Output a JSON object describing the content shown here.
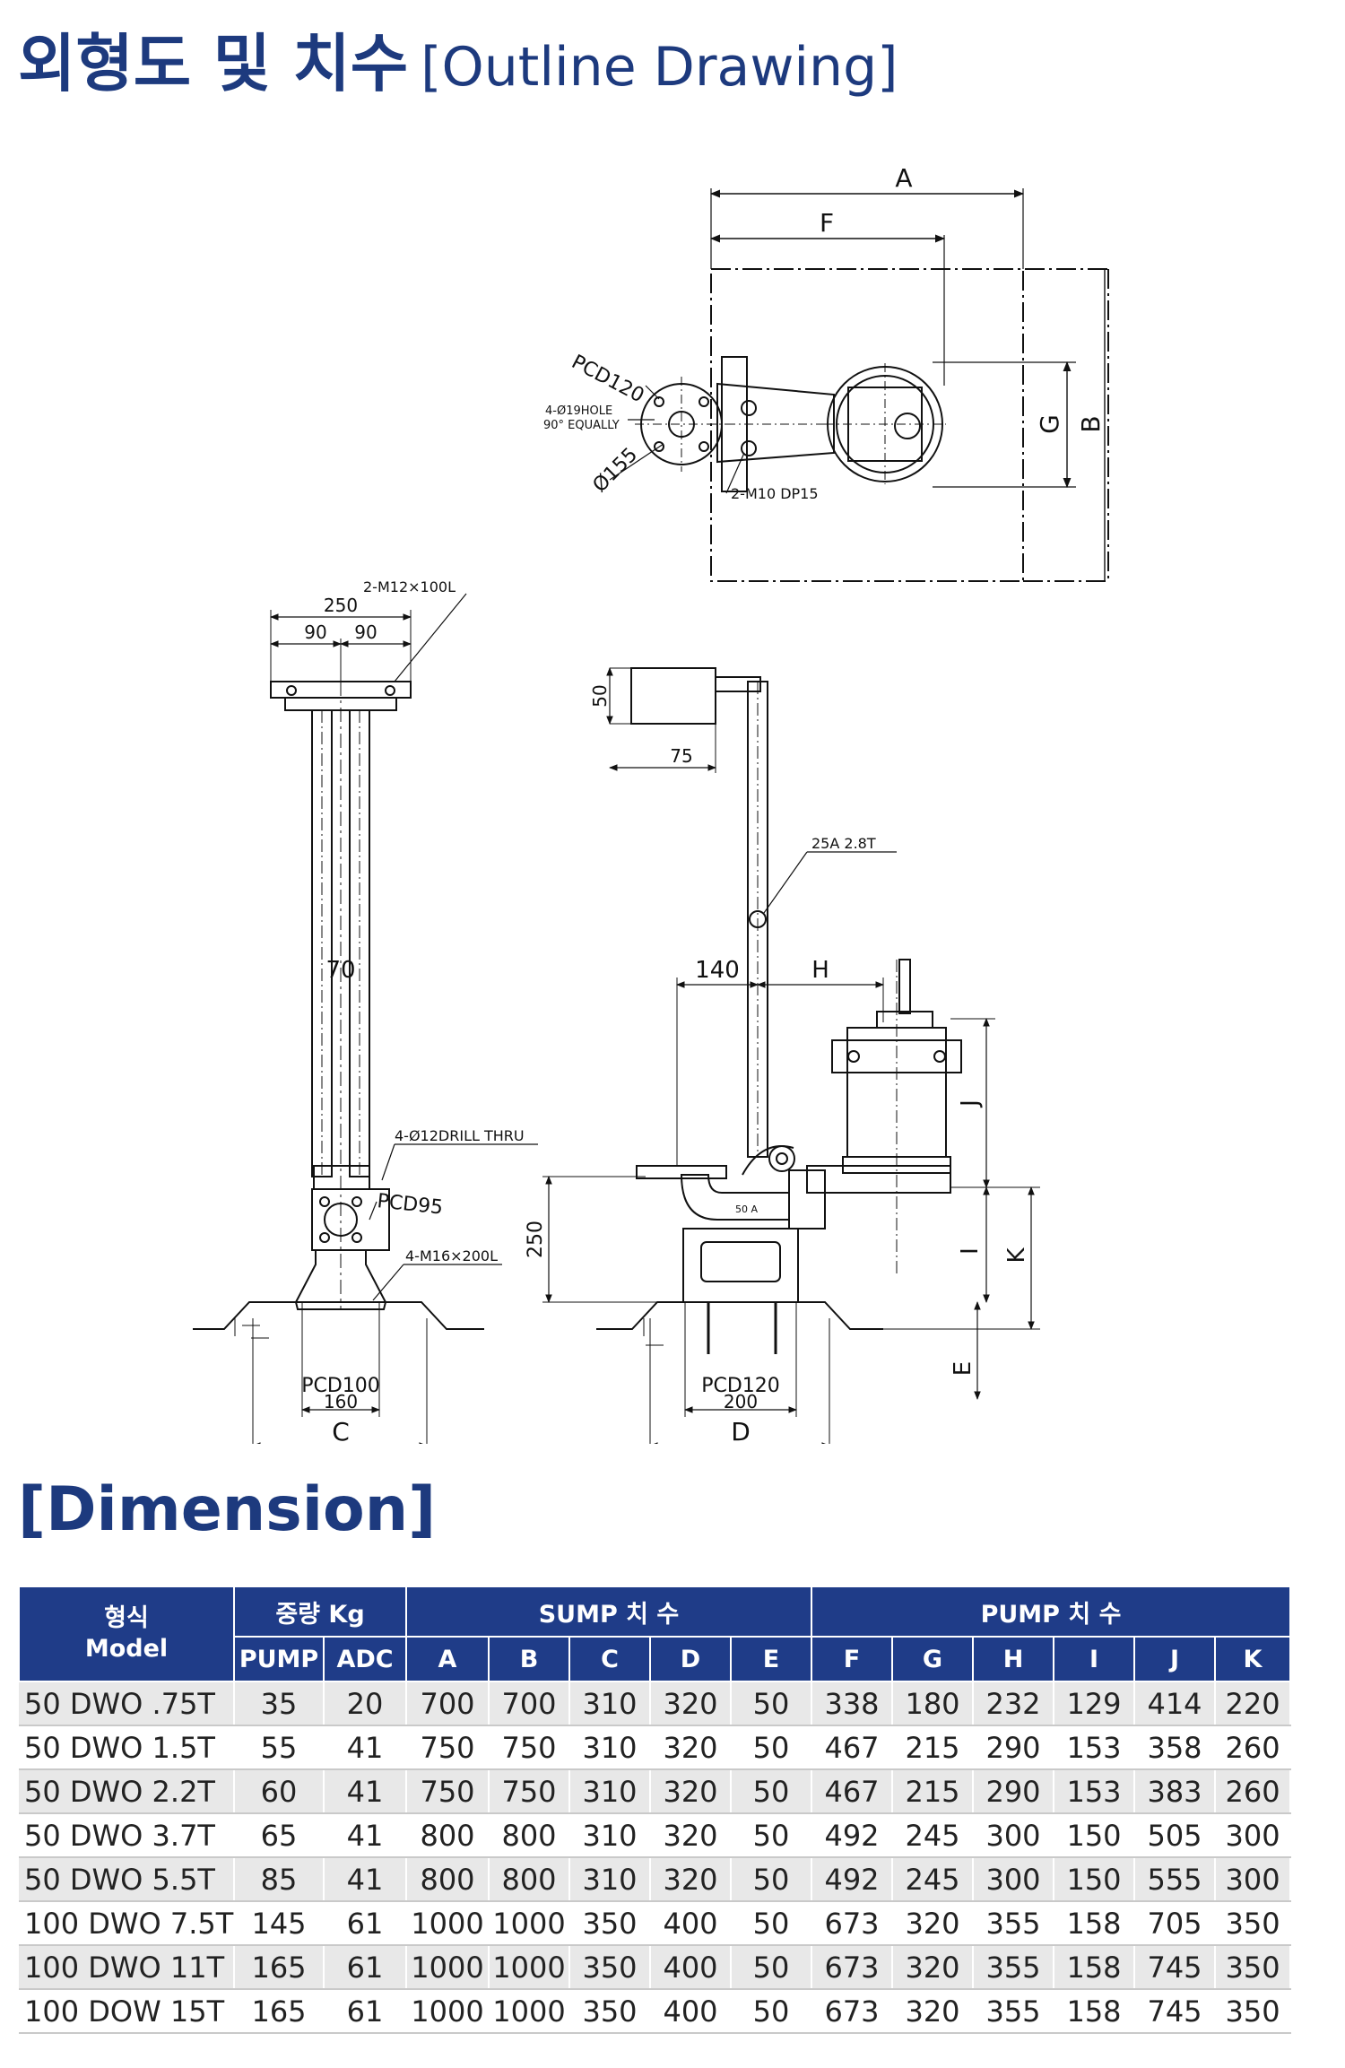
{
  "page_title": {
    "korean": "외형도 및 치수",
    "english": "[Outline Drawing]"
  },
  "drawing_labels": {
    "A": "A",
    "B": "B",
    "C": "C",
    "D": "D",
    "E": "E",
    "F": "F",
    "G": "G",
    "H": "H",
    "I": "I",
    "J": "J",
    "K": "K",
    "pcd120_top": "PCD120",
    "hole_note_1": "4-Ø19HOLE",
    "hole_note_2": "90° EQUALLY",
    "dia155": "Ø155",
    "m10": "2-M10  DP15",
    "m12": "2-M12×100L",
    "d250_top": "250",
    "d90_left": "90",
    "d90_right": "90",
    "d70": "70",
    "drill": "4-Ø12DRILL  THRU",
    "pcd95": "PCD95",
    "m16": "4-M16×200L",
    "pcd100": "PCD100",
    "d160": "160",
    "d50": "50",
    "d75": "75",
    "pipe": "25A  2.8T",
    "d140": "140",
    "d250_side": "250",
    "pcd120_bottom": "PCD120",
    "d200": "200",
    "tag50a": "50 A"
  },
  "dimension_title": "[Dimension]",
  "table": {
    "model_header_ko": "형식",
    "model_header_en": "Model",
    "weight_group": "중량 Kg",
    "sump_group": "SUMP 치 수",
    "pump_group": "PUMP 치 수",
    "columns": [
      "PUMP",
      "ADC",
      "A",
      "B",
      "C",
      "D",
      "E",
      "F",
      "G",
      "H",
      "I",
      "J",
      "K"
    ],
    "rows": [
      {
        "model": "50 DWO  .75T",
        "values": [
          "35",
          "20",
          "700",
          "700",
          "310",
          "320",
          "50",
          "338",
          "180",
          "232",
          "129",
          "414",
          "220"
        ]
      },
      {
        "model": "50 DWO  1.5T",
        "values": [
          "55",
          "41",
          "750",
          "750",
          "310",
          "320",
          "50",
          "467",
          "215",
          "290",
          "153",
          "358",
          "260"
        ]
      },
      {
        "model": "50 DWO  2.2T",
        "values": [
          "60",
          "41",
          "750",
          "750",
          "310",
          "320",
          "50",
          "467",
          "215",
          "290",
          "153",
          "383",
          "260"
        ]
      },
      {
        "model": "50 DWO  3.7T",
        "values": [
          "65",
          "41",
          "800",
          "800",
          "310",
          "320",
          "50",
          "492",
          "245",
          "300",
          "150",
          "505",
          "300"
        ]
      },
      {
        "model": "50 DWO  5.5T",
        "values": [
          "85",
          "41",
          "800",
          "800",
          "310",
          "320",
          "50",
          "492",
          "245",
          "300",
          "150",
          "555",
          "300"
        ]
      },
      {
        "model": "100 DWO   7.5T",
        "values": [
          "145",
          "61",
          "1000",
          "1000",
          "350",
          "400",
          "50",
          "673",
          "320",
          "355",
          "158",
          "705",
          "350"
        ]
      },
      {
        "model": "100 DWO   11T",
        "values": [
          "165",
          "61",
          "1000",
          "1000",
          "350",
          "400",
          "50",
          "673",
          "320",
          "355",
          "158",
          "745",
          "350"
        ]
      },
      {
        "model": "100 DOW   15T",
        "values": [
          "165",
          "61",
          "1000",
          "1000",
          "350",
          "400",
          "50",
          "673",
          "320",
          "355",
          "158",
          "745",
          "350"
        ]
      }
    ]
  }
}
